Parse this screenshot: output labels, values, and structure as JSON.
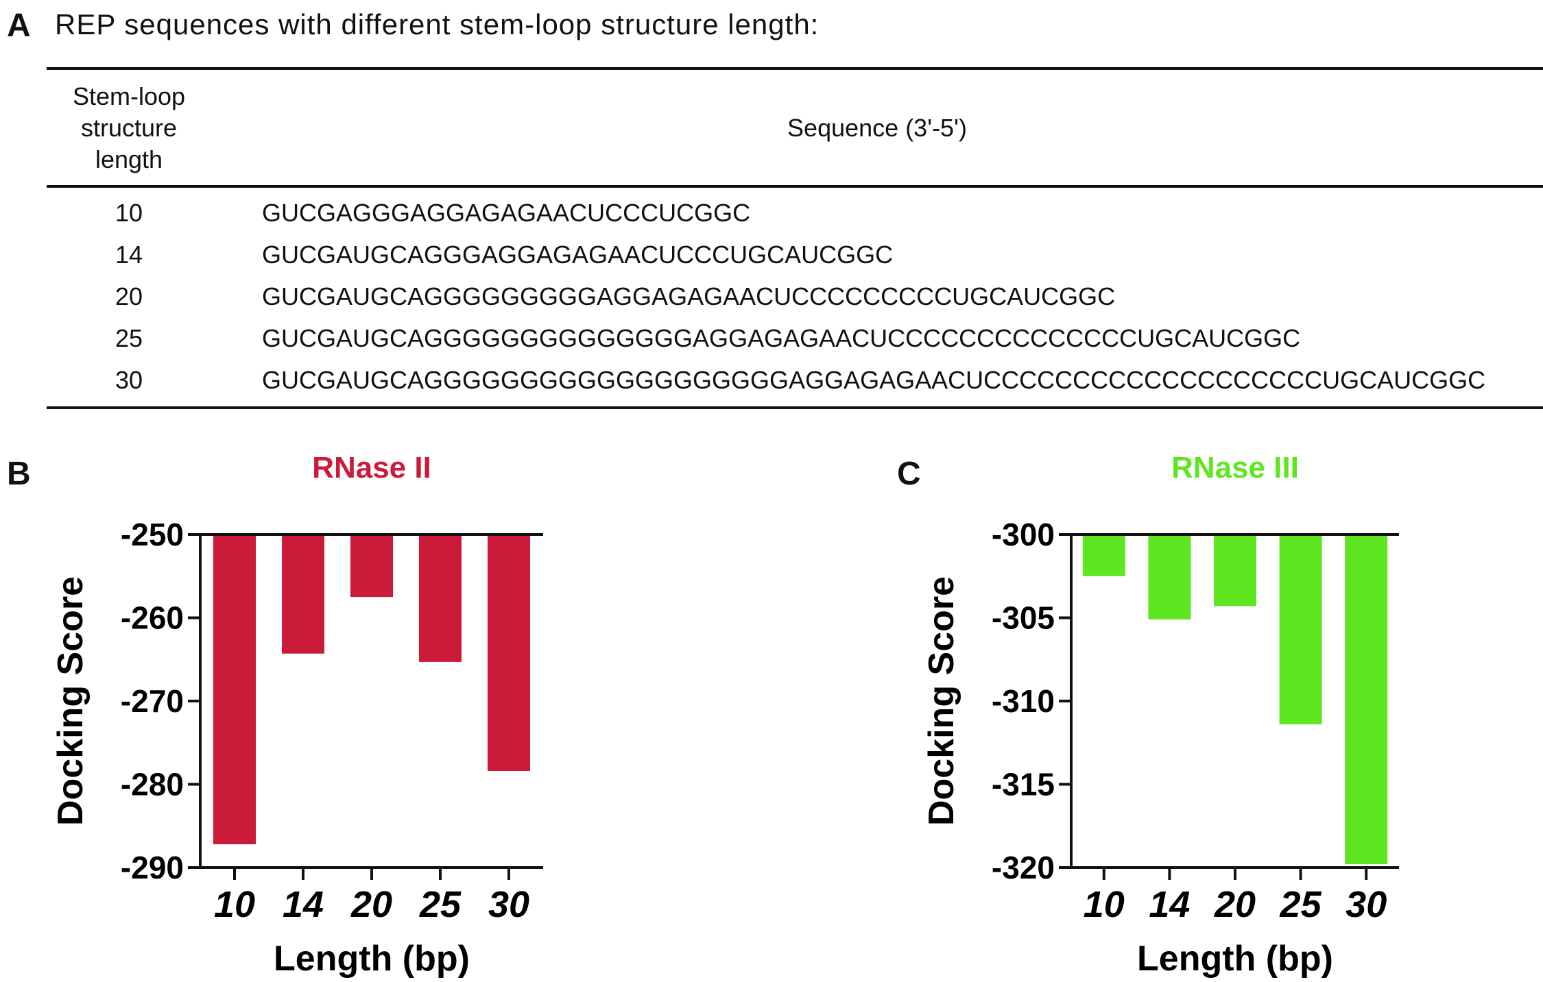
{
  "panel_a": {
    "letter": "A",
    "title": "REP sequences with different stem-loop structure length:",
    "table": {
      "header_length": "Stem-loop structure length",
      "header_sequence": "Sequence (3'-5')",
      "rows": [
        {
          "length": "10",
          "sequence": "GUCGAGGGAGGAGAGAACUCCCUCGGC"
        },
        {
          "length": "14",
          "sequence": "GUCGAUGCAGGGAGGAGAGAACUCCCUGCAUCGGC"
        },
        {
          "length": "20",
          "sequence": "GUCGAUGCAGGGGGGGGGAGGAGAGAACUCCCCCCCCCUGCAUCGGC"
        },
        {
          "length": "25",
          "sequence": "GUCGAUGCAGGGGGGGGGGGGGGAGGAGAGAACUCCCCCCCCCCCCCCUGCAUCGGC"
        },
        {
          "length": "30",
          "sequence": "GUCGAUGCAGGGGGGGGGGGGGGGGGGGAGGAGAGAACUCCCCCCCCCCCCCCCCCCCUGCAUCGGC"
        }
      ]
    }
  },
  "panel_b": {
    "letter": "B"
  },
  "panel_c": {
    "letter": "C"
  },
  "chart_data": [
    {
      "type": "bar",
      "title": "RNase II",
      "color": "#cc1a3a",
      "categories": [
        "10",
        "14",
        "20",
        "25",
        "30"
      ],
      "values": [
        -287.2,
        -264.3,
        -257.5,
        -265.3,
        -278.4
      ],
      "xlabel": "Length (bp)",
      "ylabel": "Docking Score",
      "ylim": [
        -290,
        -250
      ],
      "yticks": [
        -250,
        -260,
        -270,
        -280,
        -290
      ],
      "grid": false
    },
    {
      "type": "bar",
      "title": "RNase III",
      "color": "#5ee620",
      "categories": [
        "10",
        "14",
        "20",
        "25",
        "30"
      ],
      "values": [
        -302.5,
        -305.1,
        -304.3,
        -311.4,
        -319.8
      ],
      "xlabel": "Length (bp)",
      "ylabel": "Docking Score",
      "ylim": [
        -320,
        -300
      ],
      "yticks": [
        -300,
        -305,
        -310,
        -315,
        -320
      ],
      "grid": false
    }
  ]
}
